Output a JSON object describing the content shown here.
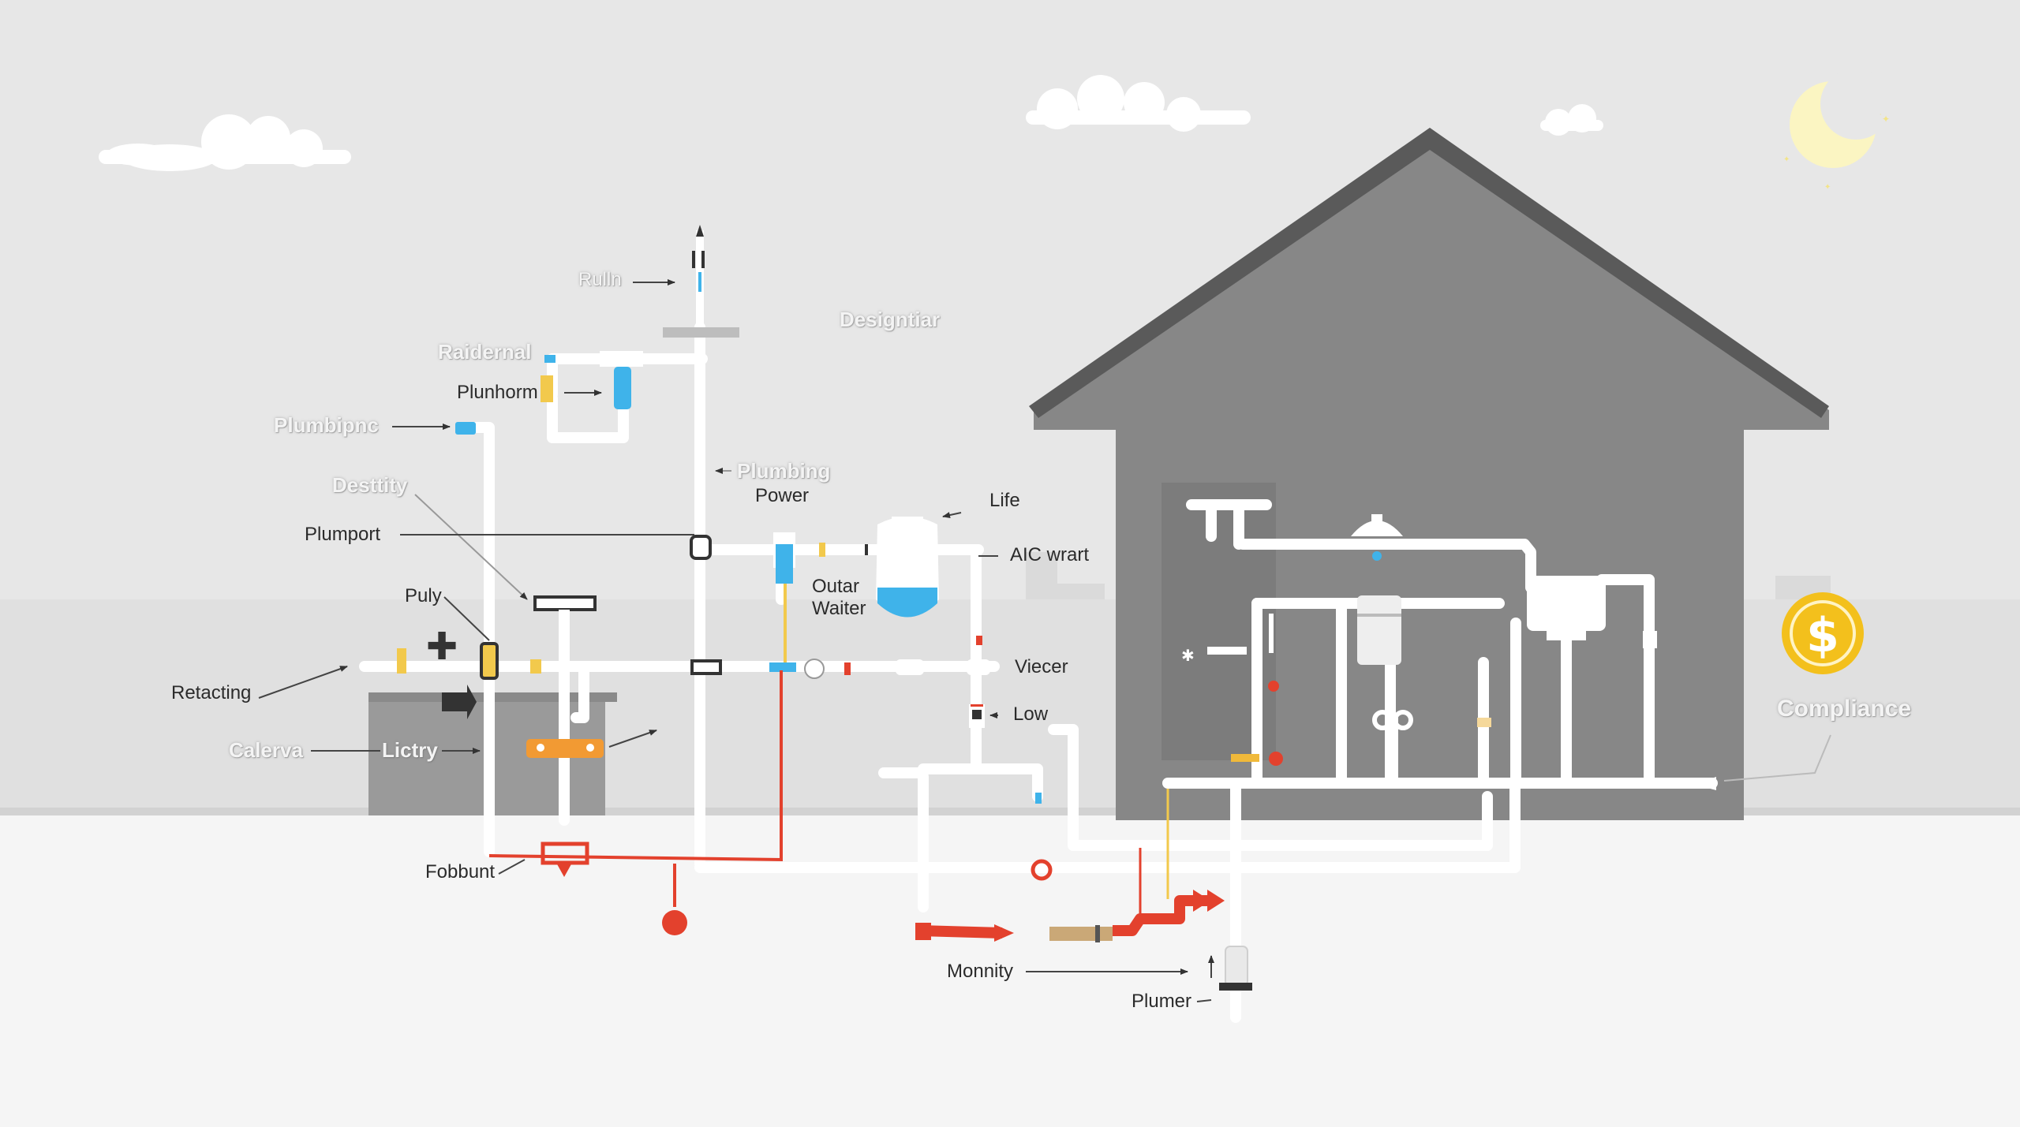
{
  "labels": {
    "rulln": "Rulln",
    "raidernal": "Raidernal",
    "plunhorm": "Plunhorm",
    "plumbipnc": "Plumbipnc",
    "desttity": "Desttity",
    "plumport": "Plumport",
    "puly": "Puly",
    "retacting": "Retacting",
    "calerva": "Calerva",
    "lictry": "Lictry",
    "fobbunt": "Fobbunt",
    "designtiar": "Designtiar",
    "plumbing": "Plumbing",
    "power": "Power",
    "life": "Life",
    "aic_wrart": "AIC wrart",
    "outar": "Outar",
    "waiter": "Waiter",
    "viecer": "Viecer",
    "low": "Low",
    "monnity": "Monnity",
    "plumer": "Plumer",
    "compliance": "Compliance"
  },
  "icons": {
    "moon": "moon-icon",
    "coin": "dollar-coin-icon",
    "house": "house-icon"
  },
  "colors": {
    "sky": "#e6e6e6",
    "ground": "#f5f5f5",
    "house": "#878787",
    "roof": "#585858",
    "pipe": "#ffffff",
    "hot_pipe": "#e3412d",
    "cold_accent": "#3fb3ea",
    "valve_orange": "#f29a33",
    "coin": "#f3c01c",
    "moon": "#fbf5c2"
  }
}
